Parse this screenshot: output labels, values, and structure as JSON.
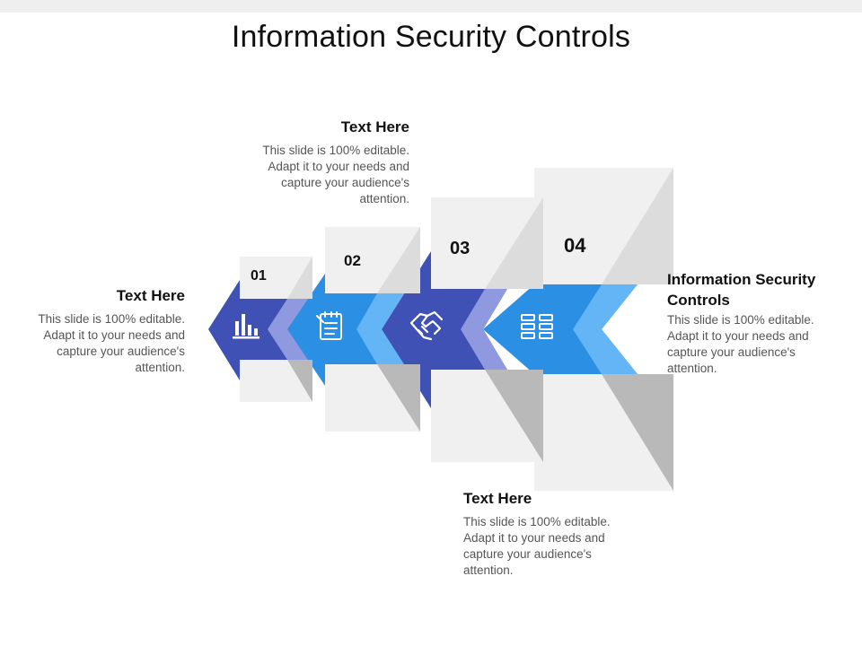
{
  "title": "Information Security Controls",
  "steps": [
    {
      "number": "01",
      "icon": "bar-chart-icon"
    },
    {
      "number": "02",
      "icon": "checklist-icon"
    },
    {
      "number": "03",
      "icon": "handshake-icon"
    },
    {
      "number": "04",
      "icon": "server-rack-icon"
    }
  ],
  "blocks": {
    "left": {
      "heading": "Text Here",
      "body": "This slide is 100% editable. Adapt it to your needs and capture your audience's attention."
    },
    "top": {
      "heading": "Text Here",
      "body": "This slide is 100% editable. Adapt it to your needs and capture your audience's attention."
    },
    "bottom": {
      "heading": "Text Here",
      "body": "This slide is 100% editable. Adapt it to your needs and capture your audience's attention."
    },
    "right": {
      "heading": "Information Security Controls",
      "body": "This slide is 100% editable. Adapt it to your needs and capture your audience's attention."
    }
  },
  "colors": {
    "dark_blue": "#3f51b5",
    "mid_blue": "#2b8fe3",
    "light_blue": "#64b5f6",
    "lavender": "#8e99e0",
    "gray_light": "#f0f0f0",
    "gray_mid": "#d8d8d8",
    "gray_dark": "#b9b9b9"
  }
}
